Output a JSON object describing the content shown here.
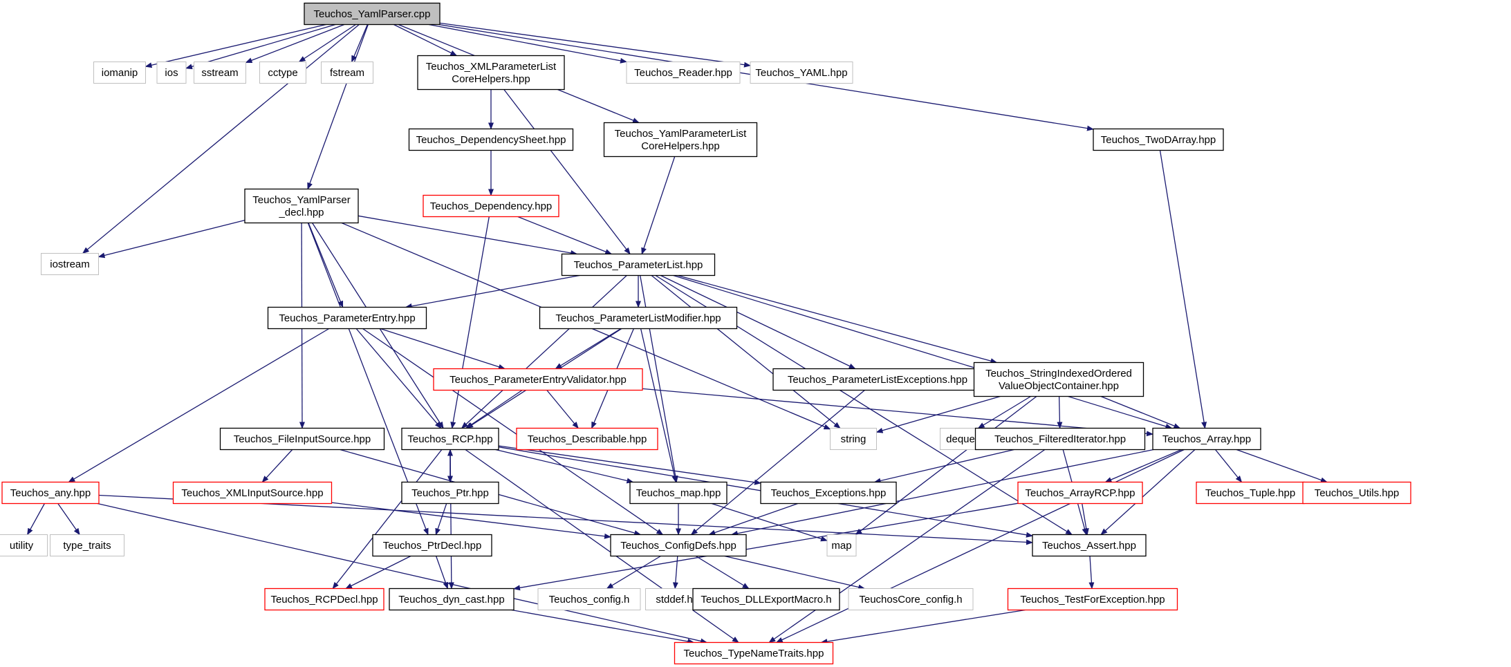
{
  "title": "",
  "colors": {
    "edge": "#191970",
    "border_normal": "#000000",
    "border_truncated": "#ff0000",
    "border_external": "#bfbfbf",
    "fill_root": "#bfbfbf",
    "fill": "#ffffff",
    "text": "#000000"
  },
  "nodes": [
    {
      "id": "root",
      "lines": [
        "Teuchos_YamlParser.cpp"
      ],
      "style": "root"
    },
    {
      "id": "iomanip",
      "lines": [
        "iomanip"
      ],
      "style": "external"
    },
    {
      "id": "ios",
      "lines": [
        "ios"
      ],
      "style": "external"
    },
    {
      "id": "sstream",
      "lines": [
        "sstream"
      ],
      "style": "external"
    },
    {
      "id": "cctype",
      "lines": [
        "cctype"
      ],
      "style": "external"
    },
    {
      "id": "fstream",
      "lines": [
        "fstream"
      ],
      "style": "external"
    },
    {
      "id": "xmlhelpers",
      "lines": [
        "Teuchos_XMLParameterList",
        "CoreHelpers.hpp"
      ],
      "style": "normal"
    },
    {
      "id": "reader",
      "lines": [
        "Teuchos_Reader.hpp"
      ],
      "style": "external"
    },
    {
      "id": "yamlh",
      "lines": [
        "Teuchos_YAML.hpp"
      ],
      "style": "external"
    },
    {
      "id": "depsheet",
      "lines": [
        "Teuchos_DependencySheet.hpp"
      ],
      "style": "normal"
    },
    {
      "id": "yamlhelpers",
      "lines": [
        "Teuchos_YamlParameterList",
        "CoreHelpers.hpp"
      ],
      "style": "normal"
    },
    {
      "id": "twod",
      "lines": [
        "Teuchos_TwoDArray.hpp"
      ],
      "style": "normal"
    },
    {
      "id": "yamldecl",
      "lines": [
        "Teuchos_YamlParser",
        "_decl.hpp"
      ],
      "style": "normal"
    },
    {
      "id": "dependency",
      "lines": [
        "Teuchos_Dependency.hpp"
      ],
      "style": "truncated"
    },
    {
      "id": "iostream",
      "lines": [
        "iostream"
      ],
      "style": "external"
    },
    {
      "id": "paramlist",
      "lines": [
        "Teuchos_ParameterList.hpp"
      ],
      "style": "normal"
    },
    {
      "id": "paramentry",
      "lines": [
        "Teuchos_ParameterEntry.hpp"
      ],
      "style": "normal"
    },
    {
      "id": "plmodifier",
      "lines": [
        "Teuchos_ParameterListModifier.hpp"
      ],
      "style": "normal"
    },
    {
      "id": "pevalidator",
      "lines": [
        "Teuchos_ParameterEntryValidator.hpp"
      ],
      "style": "truncated"
    },
    {
      "id": "plexceptions",
      "lines": [
        "Teuchos_ParameterListExceptions.hpp"
      ],
      "style": "normal"
    },
    {
      "id": "stringindexed",
      "lines": [
        "Teuchos_StringIndexedOrdered",
        "ValueObjectContainer.hpp"
      ],
      "style": "normal"
    },
    {
      "id": "fileinput",
      "lines": [
        "Teuchos_FileInputSource.hpp"
      ],
      "style": "normal"
    },
    {
      "id": "rcp",
      "lines": [
        "Teuchos_RCP.hpp"
      ],
      "style": "normal"
    },
    {
      "id": "describable",
      "lines": [
        "Teuchos_Describable.hpp"
      ],
      "style": "truncated"
    },
    {
      "id": "string",
      "lines": [
        "string"
      ],
      "style": "external"
    },
    {
      "id": "deque",
      "lines": [
        "deque"
      ],
      "style": "external"
    },
    {
      "id": "filterediter",
      "lines": [
        "Teuchos_FilteredIterator.hpp"
      ],
      "style": "normal"
    },
    {
      "id": "array",
      "lines": [
        "Teuchos_Array.hpp"
      ],
      "style": "normal"
    },
    {
      "id": "any",
      "lines": [
        "Teuchos_any.hpp"
      ],
      "style": "truncated"
    },
    {
      "id": "xmlinput",
      "lines": [
        "Teuchos_XMLInputSource.hpp"
      ],
      "style": "truncated"
    },
    {
      "id": "ptr",
      "lines": [
        "Teuchos_Ptr.hpp"
      ],
      "style": "normal"
    },
    {
      "id": "map_hpp",
      "lines": [
        "Teuchos_map.hpp"
      ],
      "style": "normal"
    },
    {
      "id": "exceptions",
      "lines": [
        "Teuchos_Exceptions.hpp"
      ],
      "style": "normal"
    },
    {
      "id": "arrayrcp",
      "lines": [
        "Teuchos_ArrayRCP.hpp"
      ],
      "style": "truncated"
    },
    {
      "id": "tuple",
      "lines": [
        "Teuchos_Tuple.hpp"
      ],
      "style": "truncated"
    },
    {
      "id": "utils",
      "lines": [
        "Teuchos_Utils.hpp"
      ],
      "style": "truncated"
    },
    {
      "id": "utility",
      "lines": [
        "utility"
      ],
      "style": "external"
    },
    {
      "id": "typetraits",
      "lines": [
        "type_traits"
      ],
      "style": "external"
    },
    {
      "id": "ptrdecl",
      "lines": [
        "Teuchos_PtrDecl.hpp"
      ],
      "style": "normal"
    },
    {
      "id": "configdefs",
      "lines": [
        "Teuchos_ConfigDefs.hpp"
      ],
      "style": "normal"
    },
    {
      "id": "map",
      "lines": [
        "map"
      ],
      "style": "external"
    },
    {
      "id": "assert",
      "lines": [
        "Teuchos_Assert.hpp"
      ],
      "style": "normal"
    },
    {
      "id": "rcpdecl",
      "lines": [
        "Teuchos_RCPDecl.hpp"
      ],
      "style": "truncated"
    },
    {
      "id": "dyncast",
      "lines": [
        "Teuchos_dyn_cast.hpp"
      ],
      "style": "normal"
    },
    {
      "id": "configh",
      "lines": [
        "Teuchos_config.h"
      ],
      "style": "external"
    },
    {
      "id": "stddef",
      "lines": [
        "stddef.h"
      ],
      "style": "external"
    },
    {
      "id": "dllexport",
      "lines": [
        "Teuchos_DLLExportMacro.h"
      ],
      "style": "normal"
    },
    {
      "id": "coreconfig",
      "lines": [
        "TeuchosCore_config.h"
      ],
      "style": "external"
    },
    {
      "id": "testforexc",
      "lines": [
        "Teuchos_TestForException.hpp"
      ],
      "style": "truncated"
    },
    {
      "id": "typename",
      "lines": [
        "Teuchos_TypeNameTraits.hpp"
      ],
      "style": "truncated"
    }
  ],
  "edges": [
    [
      "root",
      "iomanip"
    ],
    [
      "root",
      "ios"
    ],
    [
      "root",
      "sstream"
    ],
    [
      "root",
      "cctype"
    ],
    [
      "root",
      "fstream"
    ],
    [
      "root",
      "iostream"
    ],
    [
      "root",
      "xmlhelpers"
    ],
    [
      "root",
      "reader"
    ],
    [
      "root",
      "yamlh"
    ],
    [
      "root",
      "yamlhelpers"
    ],
    [
      "root",
      "twod"
    ],
    [
      "root",
      "yamldecl"
    ],
    [
      "xmlhelpers",
      "depsheet"
    ],
    [
      "xmlhelpers",
      "paramlist"
    ],
    [
      "depsheet",
      "dependency"
    ],
    [
      "yamlhelpers",
      "paramlist"
    ],
    [
      "twod",
      "array"
    ],
    [
      "dependency",
      "paramlist"
    ],
    [
      "dependency",
      "rcp"
    ],
    [
      "yamldecl",
      "iostream"
    ],
    [
      "yamldecl",
      "paramlist"
    ],
    [
      "yamldecl",
      "paramentry"
    ],
    [
      "yamldecl",
      "fileinput"
    ],
    [
      "yamldecl",
      "rcp"
    ],
    [
      "yamldecl",
      "ptrdecl"
    ],
    [
      "yamldecl",
      "string"
    ],
    [
      "paramlist",
      "paramentry"
    ],
    [
      "paramlist",
      "plmodifier"
    ],
    [
      "paramlist",
      "plexceptions"
    ],
    [
      "paramlist",
      "stringindexed"
    ],
    [
      "paramlist",
      "rcp"
    ],
    [
      "paramlist",
      "map_hpp"
    ],
    [
      "paramlist",
      "array"
    ],
    [
      "paramlist",
      "assert"
    ],
    [
      "paramlist",
      "string"
    ],
    [
      "paramentry",
      "pevalidator"
    ],
    [
      "paramentry",
      "rcp"
    ],
    [
      "paramentry",
      "any"
    ],
    [
      "paramentry",
      "configdefs"
    ],
    [
      "plmodifier",
      "pevalidator"
    ],
    [
      "plmodifier",
      "rcp"
    ],
    [
      "plmodifier",
      "describable"
    ],
    [
      "plmodifier",
      "map_hpp"
    ],
    [
      "pevalidator",
      "rcp"
    ],
    [
      "pevalidator",
      "describable"
    ],
    [
      "pevalidator",
      "array"
    ],
    [
      "plexceptions",
      "configdefs"
    ],
    [
      "stringindexed",
      "string"
    ],
    [
      "stringindexed",
      "deque"
    ],
    [
      "stringindexed",
      "filterediter"
    ],
    [
      "stringindexed",
      "array"
    ],
    [
      "stringindexed",
      "map"
    ],
    [
      "fileinput",
      "xmlinput"
    ],
    [
      "fileinput",
      "configdefs"
    ],
    [
      "rcp",
      "ptr"
    ],
    [
      "rcp",
      "map_hpp"
    ],
    [
      "rcp",
      "exceptions"
    ],
    [
      "rcp",
      "assert"
    ],
    [
      "rcp",
      "rcpdecl"
    ],
    [
      "rcp",
      "dyncast"
    ],
    [
      "rcp",
      "typename"
    ],
    [
      "ptr",
      "rcp"
    ],
    [
      "ptr",
      "ptrdecl"
    ],
    [
      "filterediter",
      "exceptions"
    ],
    [
      "filterediter",
      "assert"
    ],
    [
      "filterediter",
      "typename"
    ],
    [
      "array",
      "arrayrcp"
    ],
    [
      "array",
      "tuple"
    ],
    [
      "array",
      "utils"
    ],
    [
      "array",
      "assert"
    ],
    [
      "array",
      "configdefs"
    ],
    [
      "array",
      "typename"
    ],
    [
      "any",
      "utility"
    ],
    [
      "any",
      "typetraits"
    ],
    [
      "any",
      "assert"
    ],
    [
      "any",
      "typename"
    ],
    [
      "xmlinput",
      "configdefs"
    ],
    [
      "map_hpp",
      "configdefs"
    ],
    [
      "map_hpp",
      "map"
    ],
    [
      "exceptions",
      "configdefs"
    ],
    [
      "arrayrcp",
      "assert"
    ],
    [
      "arrayrcp",
      "dyncast"
    ],
    [
      "ptrdecl",
      "rcpdecl"
    ],
    [
      "ptrdecl",
      "dyncast"
    ],
    [
      "configdefs",
      "configh"
    ],
    [
      "configdefs",
      "stddef"
    ],
    [
      "configdefs",
      "dllexport"
    ],
    [
      "configdefs",
      "coreconfig"
    ],
    [
      "assert",
      "testforexc"
    ],
    [
      "dyncast",
      "typename"
    ],
    [
      "testforexc",
      "typename"
    ]
  ]
}
